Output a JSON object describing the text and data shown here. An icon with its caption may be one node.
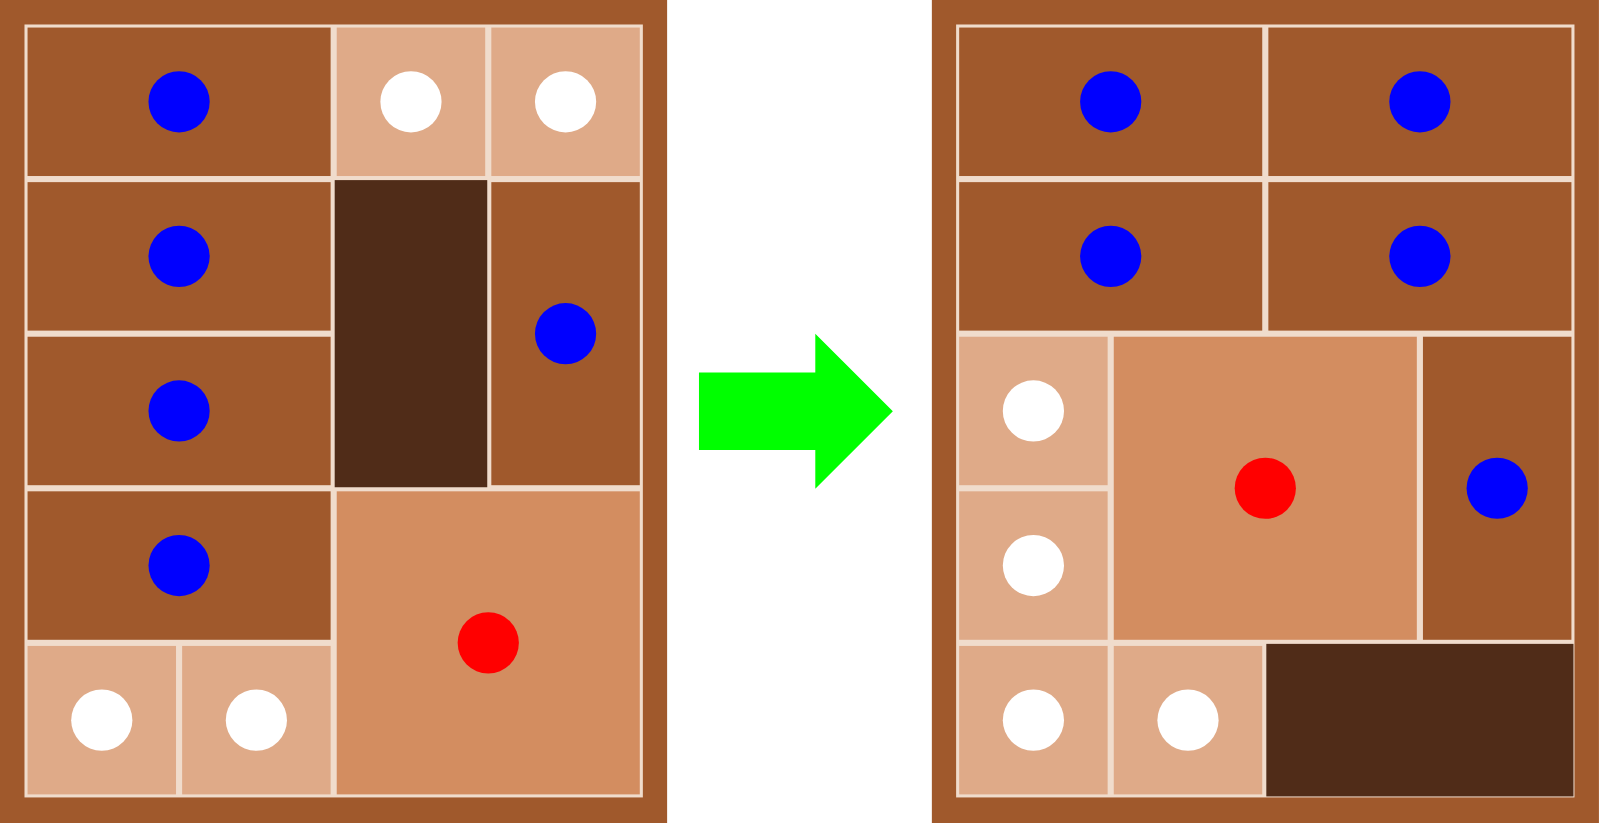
{
  "diagram": {
    "nodes": [
      {
        "text": [],
        "shape": "picture"
      },
      {
        "text": [],
        "shape": "picture"
      }
    ],
    "edges": [
      {
        "from": 0,
        "to": 1,
        "arrow": "to",
        "color": "#00ff00"
      }
    ]
  }
}
